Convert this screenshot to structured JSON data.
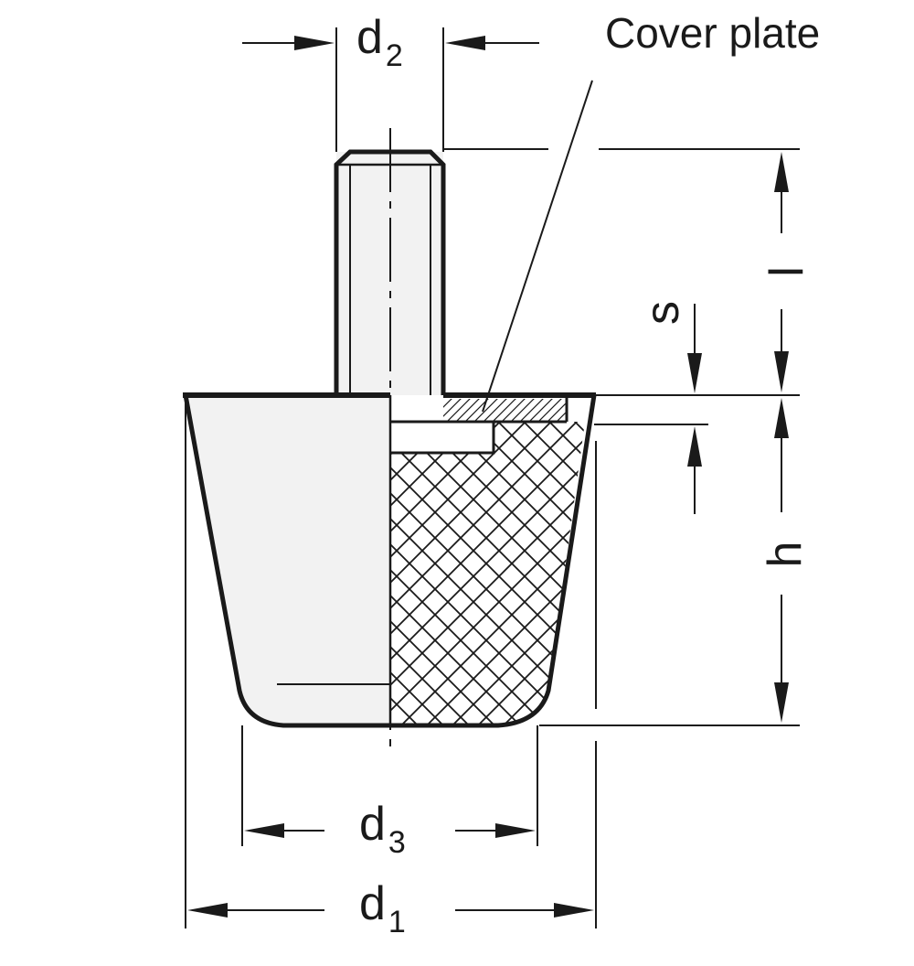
{
  "labels": {
    "cover_plate": "Cover plate",
    "d2": {
      "main": "d",
      "sub": "2"
    },
    "d3": {
      "main": "d",
      "sub": "3"
    },
    "d1": {
      "main": "d",
      "sub": "1"
    },
    "l": "l",
    "s": "s",
    "h": "h"
  },
  "colors": {
    "line": "#1a1a1a",
    "fill": "#f2f2f2",
    "hatch": "#1a1a1a"
  }
}
